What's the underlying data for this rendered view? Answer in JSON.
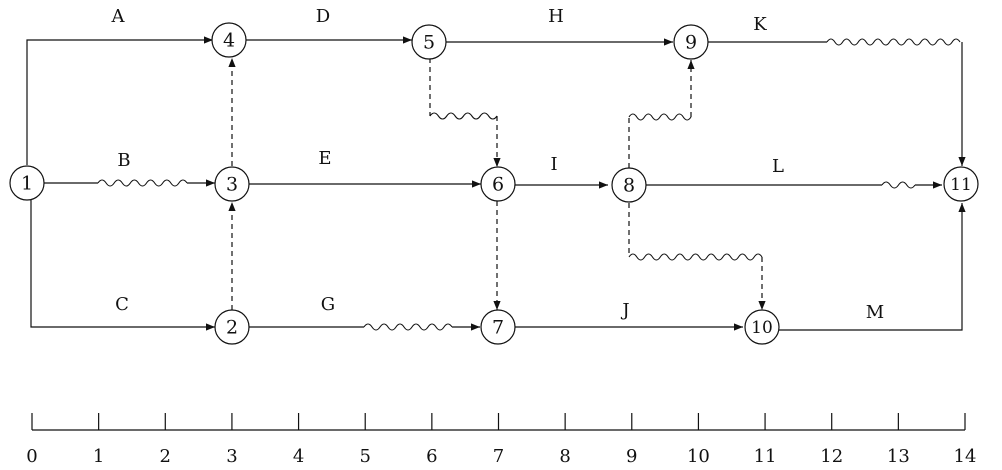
{
  "nodes": [
    {
      "id": "1",
      "label": "1"
    },
    {
      "id": "2",
      "label": "2"
    },
    {
      "id": "3",
      "label": "3"
    },
    {
      "id": "4",
      "label": "4"
    },
    {
      "id": "5",
      "label": "5"
    },
    {
      "id": "6",
      "label": "6"
    },
    {
      "id": "7",
      "label": "7"
    },
    {
      "id": "8",
      "label": "8"
    },
    {
      "id": "9",
      "label": "9"
    },
    {
      "id": "10",
      "label": "10"
    },
    {
      "id": "11",
      "label": "11"
    }
  ],
  "activities": [
    {
      "label": "A",
      "from": "1",
      "to": "4"
    },
    {
      "label": "B",
      "from": "1",
      "to": "3"
    },
    {
      "label": "C",
      "from": "1",
      "to": "2"
    },
    {
      "label": "D",
      "from": "4",
      "to": "5"
    },
    {
      "label": "E",
      "from": "3",
      "to": "6"
    },
    {
      "label": "G",
      "from": "2",
      "to": "7"
    },
    {
      "label": "H",
      "from": "5",
      "to": "9"
    },
    {
      "label": "I",
      "from": "6",
      "to": "8"
    },
    {
      "label": "J",
      "from": "7",
      "to": "10"
    },
    {
      "label": "K",
      "from": "9",
      "to": "11"
    },
    {
      "label": "L",
      "from": "8",
      "to": "11"
    },
    {
      "label": "M",
      "from": "10",
      "to": "11"
    }
  ],
  "timescale": {
    "ticks": [
      "0",
      "1",
      "2",
      "3",
      "4",
      "5",
      "6",
      "7",
      "8",
      "9",
      "10",
      "11",
      "12",
      "13",
      "14"
    ]
  }
}
